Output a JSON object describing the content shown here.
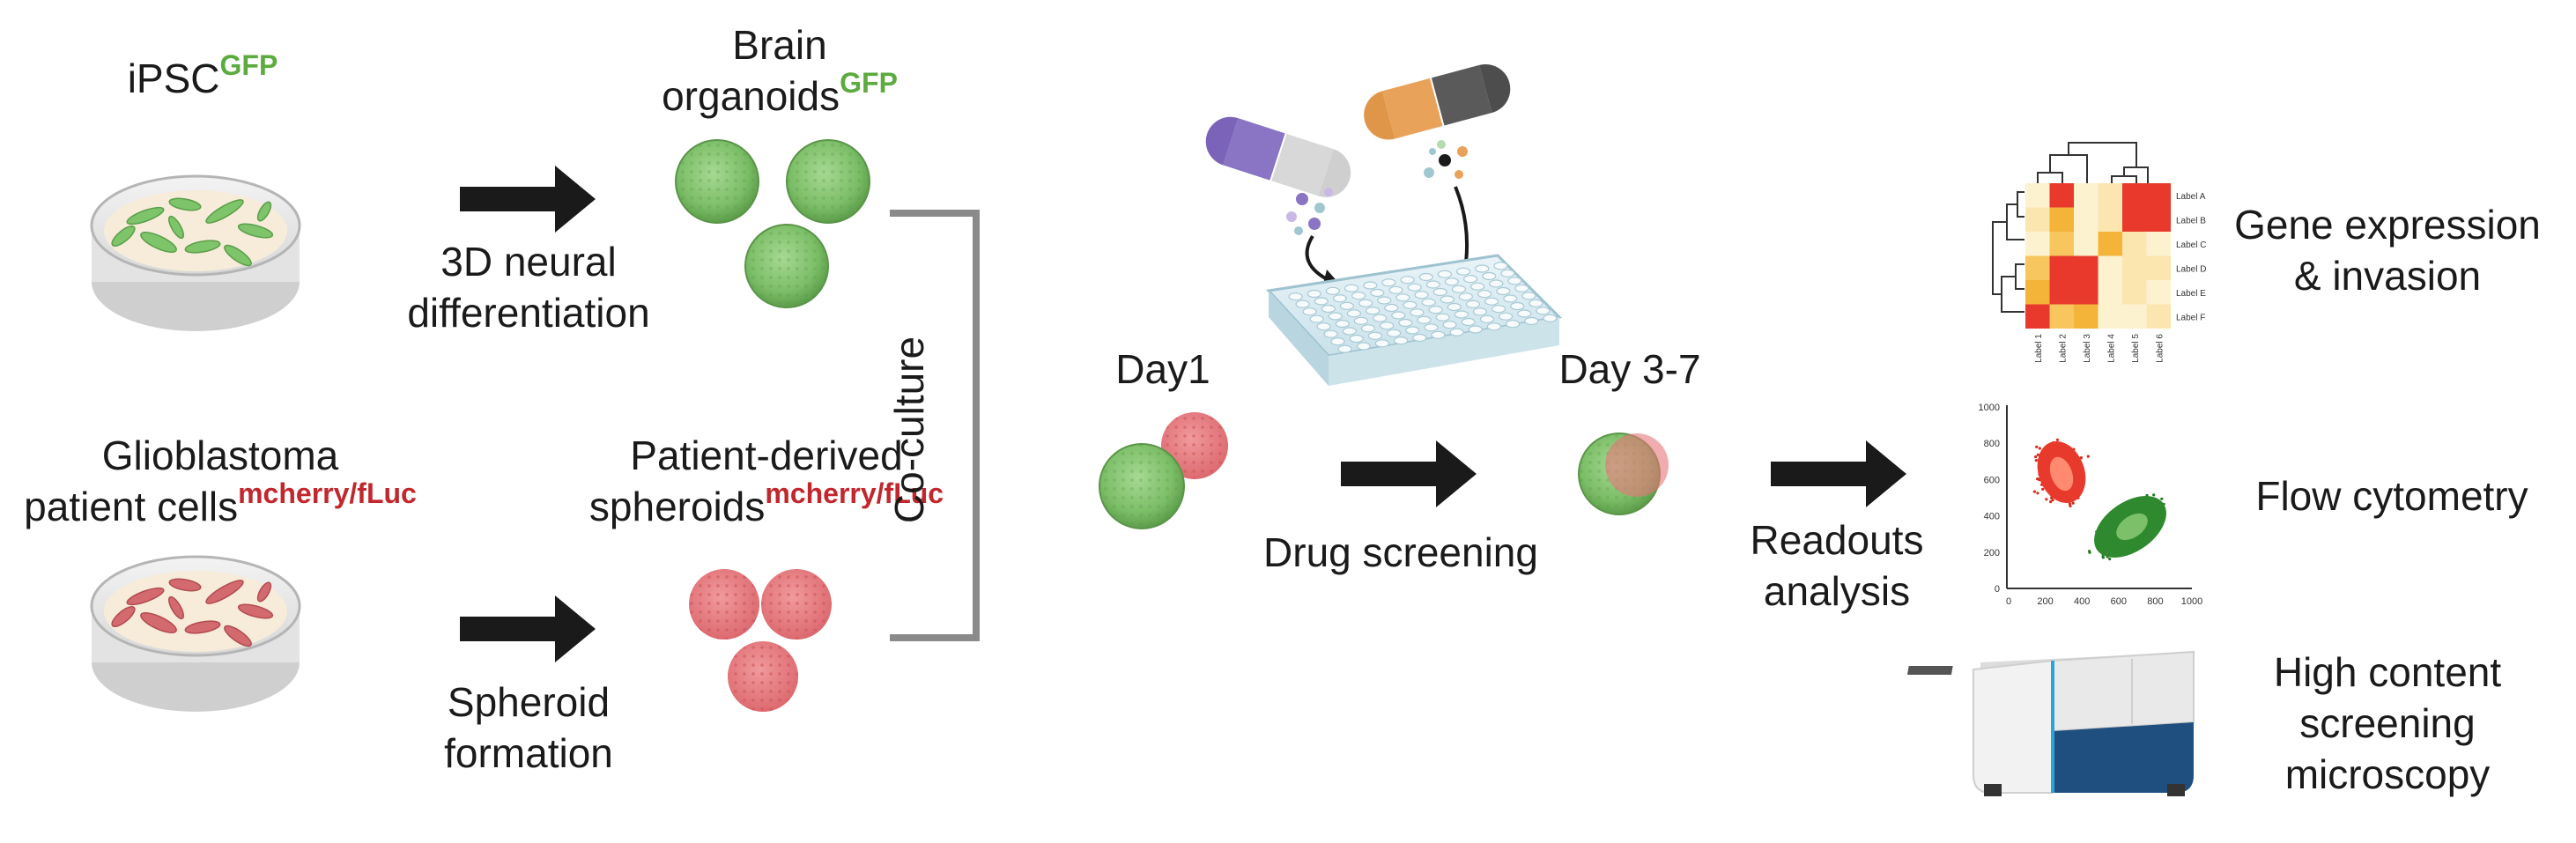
{
  "labels": {
    "ipsc": "iPSC",
    "ipsc_sup": "GFP",
    "brain_line1": "Brain",
    "brain_line2": "organoids",
    "brain_sup": "GFP",
    "neural_line1": "3D neural",
    "neural_line2": "differentiation",
    "glio_line1": "Glioblastoma",
    "glio_line2": "patient cells",
    "glio_sup": "mcherry/fLuc",
    "patient_line1": "Patient-derived",
    "patient_line2": "spheroids",
    "patient_sup": "mcherry/fLuc",
    "spheroid_line1": "Spheroid",
    "spheroid_line2": "formation",
    "coculture": "Co-culture",
    "day1": "Day1",
    "day37": "Day 3-7",
    "drug_screening": "Drug screening",
    "readouts_line1": "Readouts",
    "readouts_line2": "analysis",
    "gene_line1": "Gene expression",
    "gene_line2": "& invasion",
    "flow": "Flow cytometry",
    "hcs_line1": "High content",
    "hcs_line2": "screening",
    "hcs_line3": "microscopy"
  },
  "heatmap": {
    "row_labels": [
      "Label A",
      "Label B",
      "Label C",
      "Label D",
      "Label E",
      "Label F"
    ],
    "col_labels": [
      "Label 1",
      "Label 2",
      "Label 3",
      "Label 4",
      "Label 5",
      "Label 6"
    ]
  },
  "flow_axes": {
    "y_ticks": [
      "1000",
      "800",
      "600",
      "400",
      "200",
      "0"
    ],
    "x_ticks": [
      "0",
      "200",
      "400",
      "600",
      "800",
      "1000"
    ]
  },
  "colors": {
    "green_text": "#5cab3f",
    "red_text": "#c1272d",
    "arrow": "#1a1a1a",
    "organoid_green": "#7fbf6a",
    "spheroid_red": "#e8757a",
    "bracket": "#8a8a8a"
  },
  "icons": [
    "petri-dish-icon",
    "organoid-icon",
    "spheroid-icon",
    "capsule-icon",
    "well-plate-icon",
    "heatmap-icon",
    "scatter-plot-icon",
    "microscope-instrument-icon"
  ]
}
